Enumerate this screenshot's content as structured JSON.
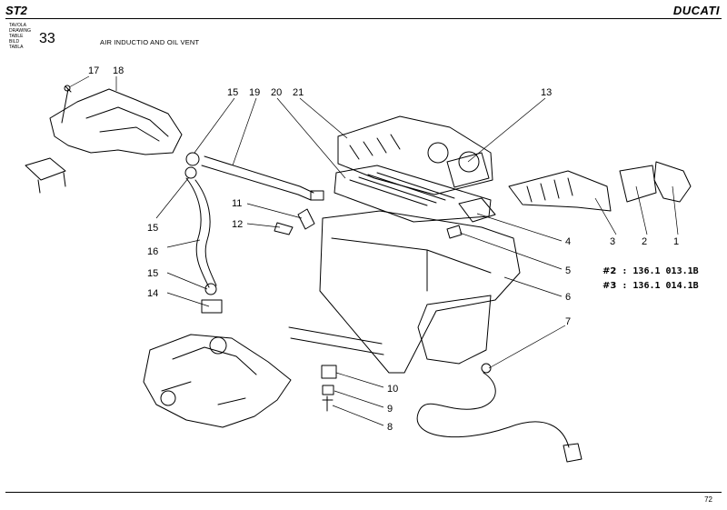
{
  "header": {
    "model": "ST2",
    "brand": "DUCATI"
  },
  "table_labels": [
    "TAVOLA",
    "DRAWING",
    "TABLE",
    "BILD",
    "TABLA"
  ],
  "table_number": "33",
  "title": "AIR INDUCTIO AND OIL VENT",
  "part_codes": [
    {
      "hash": "#2",
      "text": ": 136.1 013.1B"
    },
    {
      "hash": "#3",
      "text": ": 136.1 014.1B"
    }
  ],
  "callouts": {
    "c1": "1",
    "c2": "2",
    "c3": "3",
    "c4": "4",
    "c5": "5",
    "c6": "6",
    "c7": "7",
    "c8": "8",
    "c9": "9",
    "c10": "10",
    "c11": "11",
    "c12": "12",
    "c13": "13",
    "c14": "14",
    "c15a": "15",
    "c15b": "15",
    "c15c": "15",
    "c16": "16",
    "c17": "17",
    "c18": "18",
    "c19": "19",
    "c20": "20",
    "c21": "21"
  },
  "footer": {
    "page": "72"
  }
}
